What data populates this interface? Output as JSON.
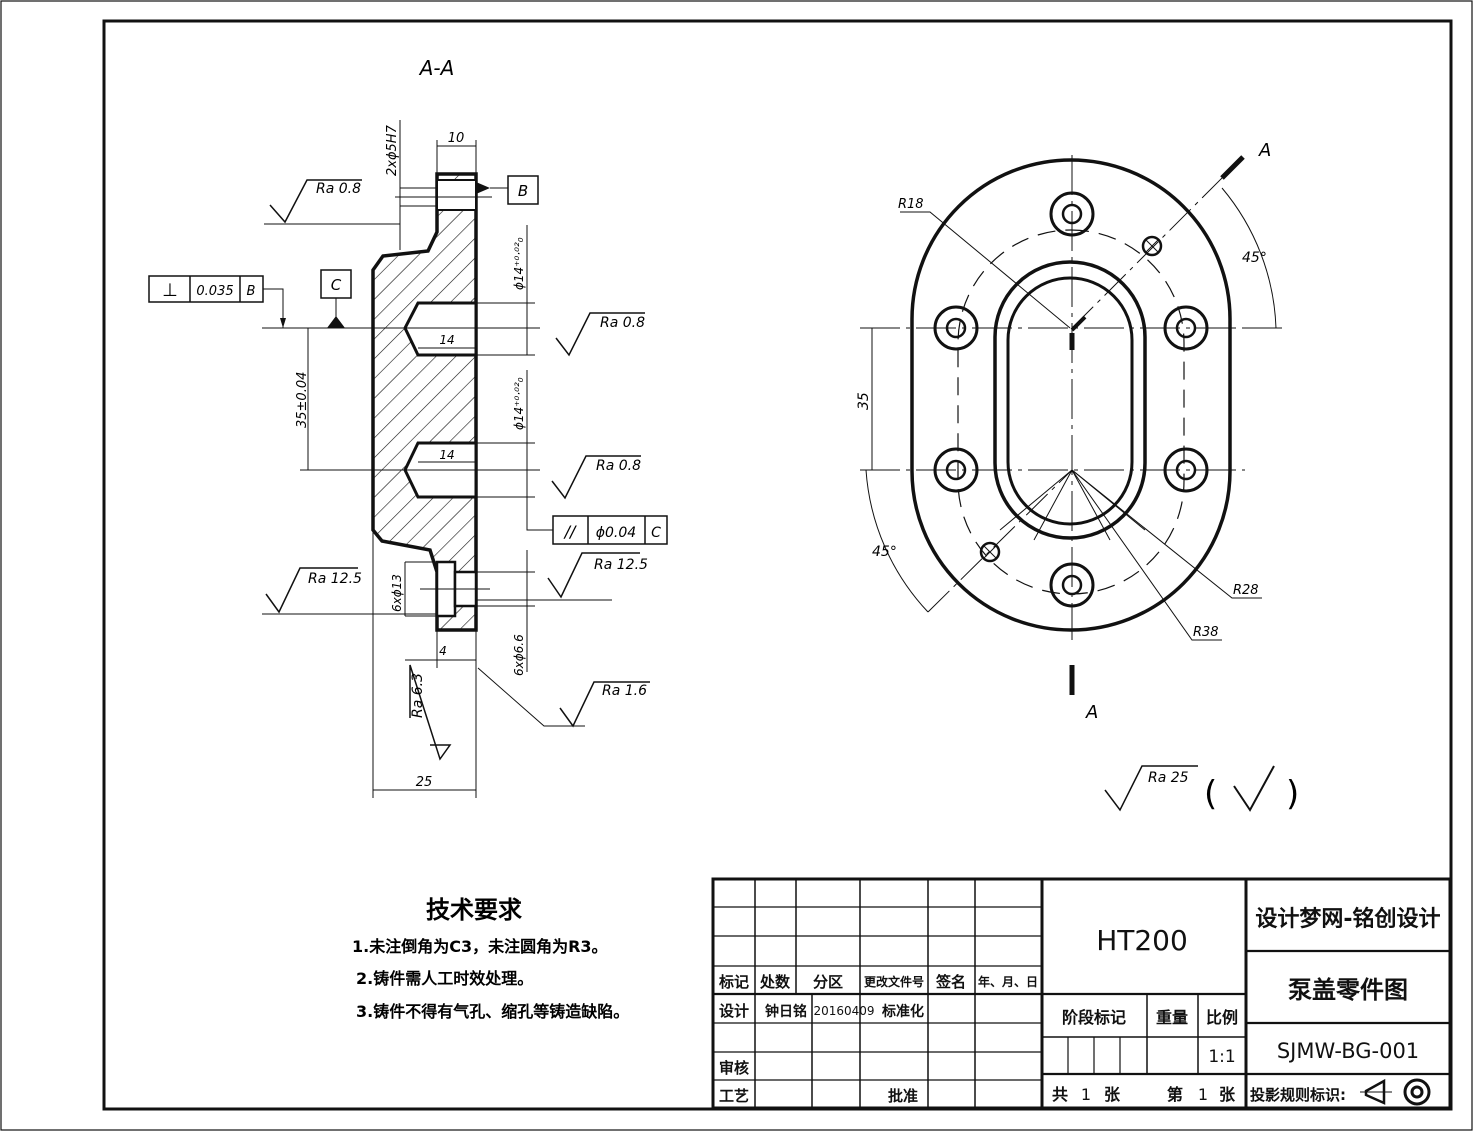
{
  "section_label": "A-A",
  "front": {
    "dim_top_width": "10",
    "dim_hole_top": "2xϕ5H7",
    "datum_b": "B",
    "datum_c": "C",
    "rough_top": "Ra 0.8",
    "perp_symbol": "⊥",
    "perp_value": "0.035",
    "perp_datum": "B",
    "dim_hole1_dia": "ϕ14⁺⁰·⁰²₀",
    "dim_hole1_depth": "14",
    "rough_hole1": "Ra 0.8",
    "dim_spacing": "35±0.04",
    "dim_hole2_dia": "ϕ14⁺⁰·⁰²₀",
    "dim_hole2_depth": "14",
    "rough_hole2": "Ra 0.8",
    "par_symbol": "//",
    "par_value": "ϕ0.04",
    "par_datum": "C",
    "rough_left_low": "Ra 12.5",
    "dim_counterbore": "6xϕ13",
    "rough_right_low": "Ra 12.5",
    "dim_bolt_hole": "6xϕ6.6",
    "dim_step": "4",
    "rough_side": "Ra 6.3",
    "rough_face": "Ra 1.6",
    "dim_total": "25"
  },
  "plan": {
    "r18": "R18",
    "r28": "R28",
    "r38": "R38",
    "angle_top": "45°",
    "angle_bottom": "45°",
    "dim_35": "35",
    "cut_a_top": "A",
    "cut_a_bottom": "A"
  },
  "general_roughness": {
    "label": "Ra 25",
    "paren_open": "(",
    "paren_close": ")"
  },
  "tech_requirements": {
    "title": "技术要求",
    "items": [
      "1.未注倒角为C3，未注圆角为R3。",
      "2.铸件需人工时效处理。",
      "3.铸件不得有气孔、缩孔等铸造缺陷。"
    ]
  },
  "title_block": {
    "hdr_mark": "标记",
    "hdr_count": "处数",
    "hdr_zone": "分区",
    "hdr_docno": "更改文件号",
    "hdr_sign": "签名",
    "hdr_date": "年、月、日",
    "design": "设计",
    "designer": "钟日铭",
    "design_date": "20160409",
    "standard": "标准化",
    "review": "审核",
    "process": "工艺",
    "approve": "批准",
    "material": "HT200",
    "stage": "阶段标记",
    "weight": "重量",
    "ratio_label": "比例",
    "ratio": "1:1",
    "sheets_total_a": "共",
    "sheets_total_n": "1",
    "sheets_total_b": "张",
    "sheet_no_a": "第",
    "sheet_no_n": "1",
    "sheet_no_b": "张",
    "projection": "投影规则标识:",
    "company": "设计梦网-铭创设计",
    "part_name": "泵盖零件图",
    "drawing_no": "SJMW-BG-001"
  }
}
